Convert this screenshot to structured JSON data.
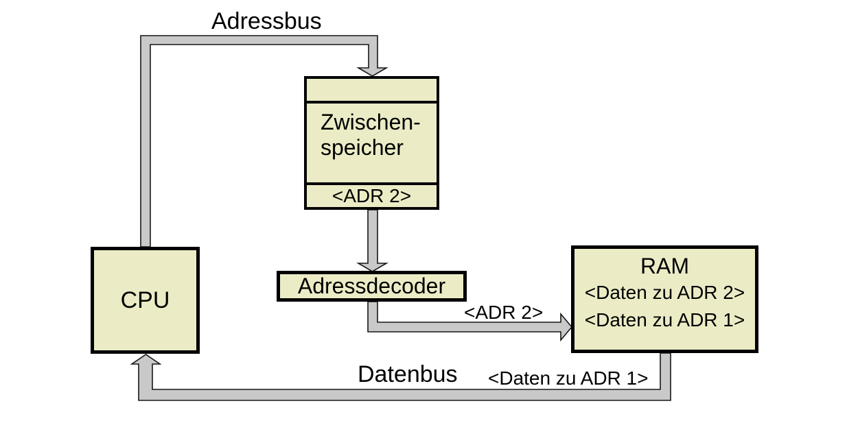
{
  "diagram": {
    "colors": {
      "background": "#ffffff",
      "box_fill": "#ebecc6",
      "box_border": "#000000",
      "bus_fill": "#c9c9c9",
      "bus_outline": "#161616",
      "text": "#000000"
    },
    "cpu": {
      "label": "CPU"
    },
    "buffer": {
      "line1": "Zwischen-",
      "line2": "speicher",
      "slot": "<ADR 2>"
    },
    "decoder": {
      "label": "Adressdecoder"
    },
    "ram": {
      "title": "RAM",
      "entries": [
        "<Daten zu ADR 2>",
        "<Daten zu ADR 1>"
      ]
    },
    "address_bus": {
      "label": "Adressbus"
    },
    "data_bus": {
      "label": "Datenbus",
      "payload_label": "<Daten zu ADR 1>"
    },
    "decoder_bus": {
      "payload_label": "<ADR 2>"
    }
  }
}
